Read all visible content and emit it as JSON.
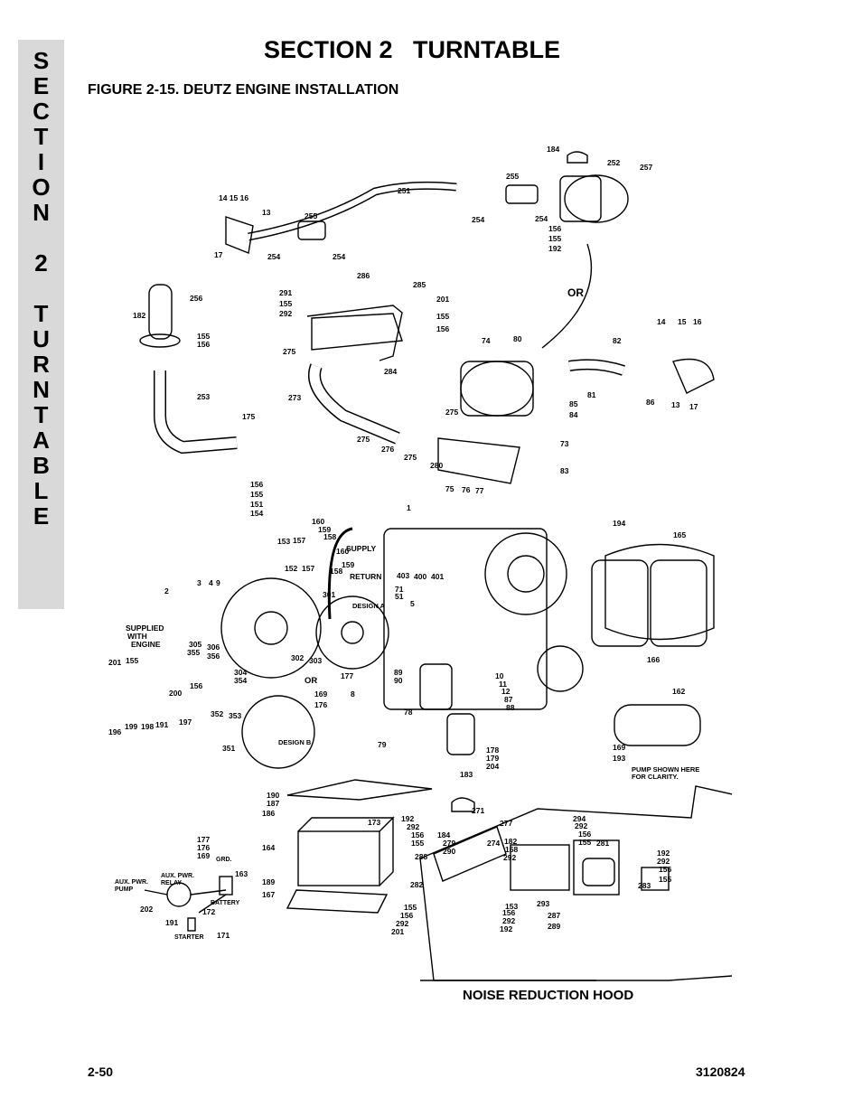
{
  "section_tab": {
    "letters": [
      "S",
      "E",
      "C",
      "T",
      "I",
      "O",
      "N",
      "",
      "2",
      "",
      "T",
      "U",
      "R",
      "N",
      "T",
      "A",
      "B",
      "L",
      "E"
    ]
  },
  "header": {
    "title": "SECTION 2   TURNTABLE",
    "figure_title": "FIGURE 2-15.  DEUTZ ENGINE INSTALLATION"
  },
  "figure": {
    "callouts": [
      "184",
      "252",
      "257",
      "255",
      "251",
      "14 15 16",
      "13",
      "255",
      "254",
      "254",
      "254",
      "254",
      "17",
      "156",
      "155",
      "192",
      "OR",
      "286",
      "285",
      "291",
      "155",
      "292",
      "201",
      "155",
      "156",
      "256",
      "182",
      "155",
      "156",
      "275",
      "284",
      "74",
      "80",
      "82",
      "14",
      "15",
      "16",
      "273",
      "253",
      "81",
      "86",
      "13",
      "17",
      "175",
      "275",
      "85",
      "84",
      "275",
      "276",
      "275",
      "73",
      "280",
      "83",
      "75",
      "76",
      "77",
      "156",
      "155",
      "151",
      "154",
      "1",
      "194",
      "165",
      "160",
      "159",
      "158",
      "153",
      "157",
      "SUPPLY",
      "160",
      "152",
      "157",
      "158",
      "159",
      "RETURN",
      "403",
      "400",
      "401",
      "3",
      "4",
      "9",
      "2",
      "301",
      "DESIGN A",
      "71",
      "51",
      "5",
      "SUPPLIED",
      "WITH",
      "ENGINE",
      "305",
      "355",
      "306",
      "356",
      "302",
      "303",
      "201",
      "155",
      "304",
      "354",
      "200",
      "156",
      "OR",
      "89",
      "90",
      "177",
      "8",
      "10",
      "11",
      "12",
      "87",
      "88",
      "169",
      "176",
      "166",
      "162",
      "352",
      "353",
      "196",
      "199",
      "198",
      "191",
      "197",
      "351",
      "DESIGN B",
      "78",
      "79",
      "178",
      "179",
      "204",
      "183",
      "169",
      "193",
      "PUMP SHOWN HERE",
      "FOR CLARITY.",
      "190",
      "187",
      "186",
      "173",
      "164",
      "177",
      "176",
      "169",
      "GRD.",
      "163",
      "189",
      "167",
      "AUX. PWR.",
      "PUMP",
      "AUX. PWR.",
      "RELAY",
      "BATTERY",
      "202",
      "191",
      "172",
      "171",
      "STARTER",
      "271",
      "277",
      "192",
      "292",
      "156",
      "155",
      "184",
      "279",
      "274",
      "182",
      "158",
      "290",
      "292",
      "288",
      "282",
      "155",
      "156",
      "292",
      "201",
      "293",
      "153",
      "156",
      "292",
      "192",
      "287",
      "289",
      "294",
      "292",
      "156",
      "155",
      "281",
      "192",
      "292",
      "156",
      "155",
      "283"
    ],
    "caption": "NOISE REDUCTION HOOD"
  },
  "footer": {
    "page_number": "2-50",
    "doc_number": "3120824"
  }
}
